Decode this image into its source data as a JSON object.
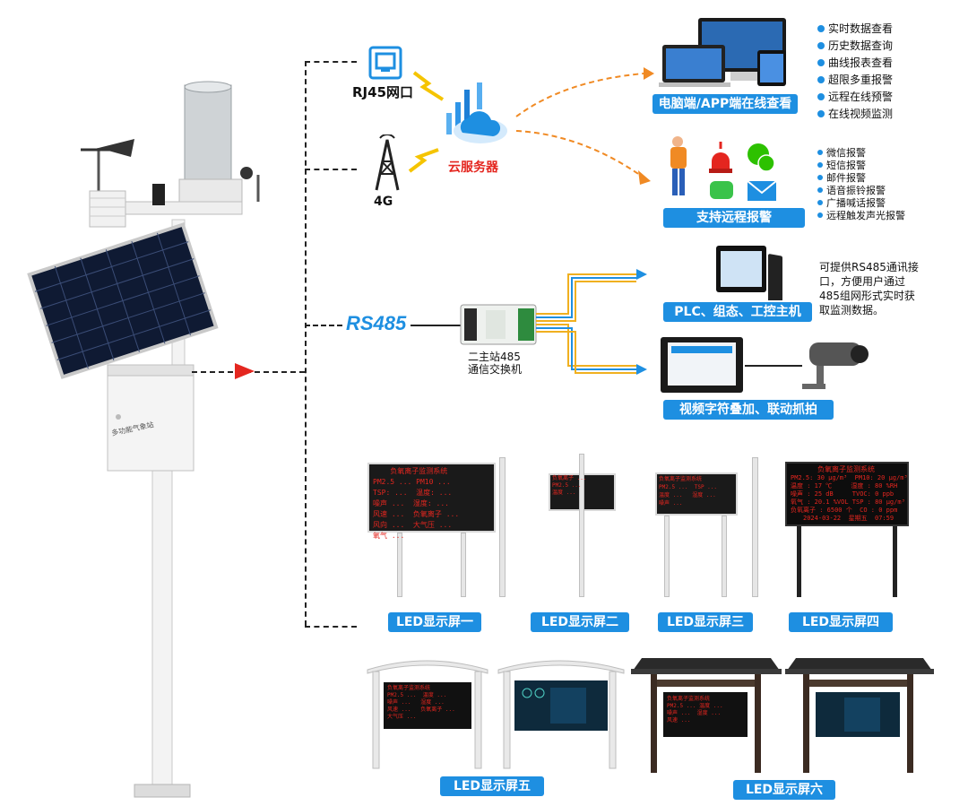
{
  "station": {
    "box_label": "多功能气象站"
  },
  "network": {
    "rj45_label": "RJ45网口",
    "g4_label": "4G",
    "cloud_label": "云服务器",
    "rs485_label": "RS485",
    "switch_label_line1": "二主站485",
    "switch_label_line2": "通信交换机"
  },
  "online": {
    "label": "电脑端/APP端在线查看",
    "features": [
      "实时数据查看",
      "历史数据查询",
      "曲线报表查看",
      "超限多重报警",
      "远程在线预警",
      "在线视频监测"
    ]
  },
  "alarm": {
    "label": "支持远程报警",
    "features": [
      "微信报警",
      "短信报警",
      "邮件报警",
      "语音振铃报警",
      "广播喊话报警",
      "远程触发声光报警"
    ]
  },
  "plc": {
    "label": "PLC、组态、工控主机",
    "desc_lines": [
      "可提供RS485通讯接",
      "口，方便用户通过",
      "485组网形式实时获",
      "取监测数据。"
    ]
  },
  "video": {
    "label": "视频字符叠加、联动抓拍"
  },
  "screens": {
    "s1": "LED显示屏一",
    "s2": "LED显示屏二",
    "s3": "LED显示屏三",
    "s4": "LED显示屏四",
    "s5": "LED显示屏五",
    "s6": "LED显示屏六"
  },
  "led4_text": {
    "title": "负氧离子监测系统",
    "r1": "PM2.5: 30 μg/m³  PM10: 20 μg/m³",
    "r2": "温度 : 17 ℃     湿度 : 80 %RH",
    "r3": "噪声 : 25 dB     TVOC: 0 ppb",
    "r4": "氧气 : 20.1 %VOL TSP : 80 μg/m³",
    "r5": "负氧离子 : 6500 个  CO : 0 ppm",
    "r6": "2024-03-22  星期五  07:59"
  },
  "colors": {
    "accent": "#1e8fe1",
    "orange_arrow": "#f08a24",
    "led_red": "#e4261f",
    "rs485_text": "#1e8fe1"
  }
}
